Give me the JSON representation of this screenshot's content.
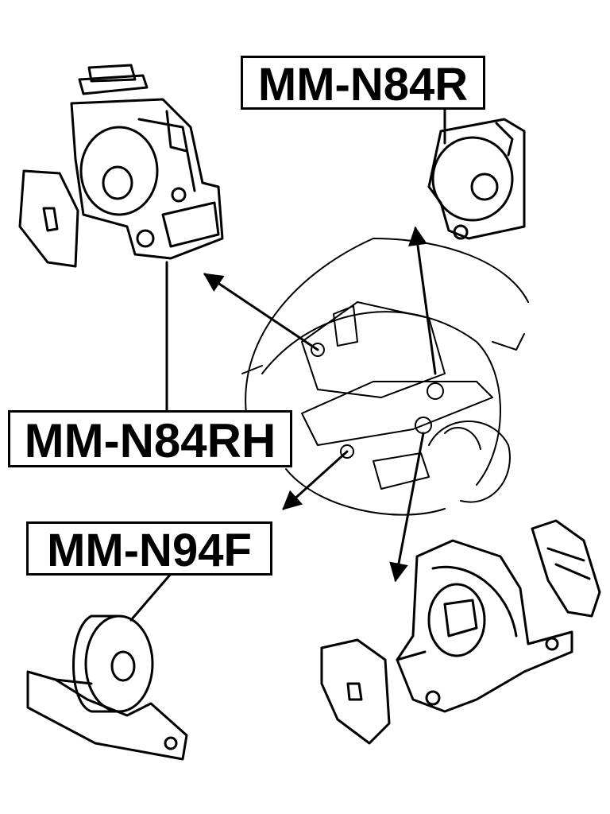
{
  "labels": {
    "top_right": "MM-N84R",
    "middle_left": "MM-N84RH",
    "bottom_left": "MM-N94F"
  },
  "colors": {
    "line": "#000000",
    "background": "#ffffff"
  }
}
